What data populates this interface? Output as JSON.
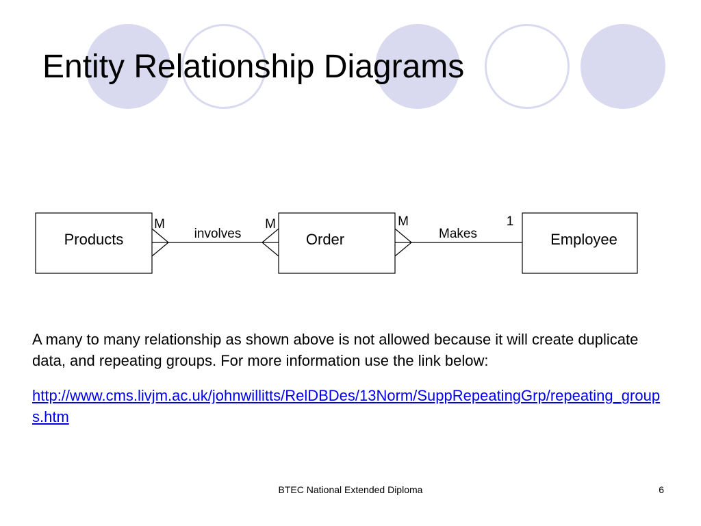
{
  "slide": {
    "title": "Entity Relationship Diagrams",
    "footer": "BTEC National Extended Diploma",
    "page_number": "6"
  },
  "diagram": {
    "entities": [
      "Products",
      "Order",
      "Employee"
    ],
    "relationships": [
      {
        "label": "involves",
        "from": "Products",
        "to": "Order",
        "from_cardinality": "M",
        "to_cardinality": "M"
      },
      {
        "label": "Makes",
        "from": "Order",
        "to": "Employee",
        "from_cardinality": "M",
        "to_cardinality": "1"
      }
    ]
  },
  "body": {
    "description": "A many to many relationship as shown above is not allowed because it will create duplicate data, and repeating groups. For more information use the link below:",
    "link": "http://www.cms.livjm.ac.uk/johnwillitts/RelDBDes/13Norm/SuppRepeatingGrp/repeating_groups.htm"
  },
  "theme": {
    "circle_color": "#d9d9ef",
    "link_color": "#0000ee"
  }
}
